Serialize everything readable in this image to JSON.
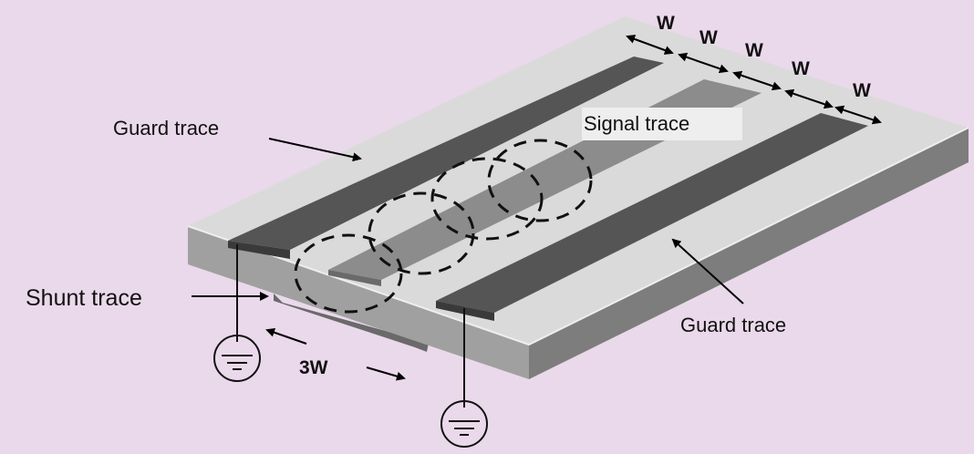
{
  "labels": {
    "guard_top": "Guard trace",
    "guard_bottom": "Guard trace",
    "signal": "Signal trace",
    "shunt": "Shunt trace",
    "spacing": "3W",
    "w1": "W",
    "w2": "W",
    "w3": "W",
    "w4": "W",
    "w5": "W"
  },
  "colors": {
    "background": "#ead9ea",
    "board_top": "#d8d8d8",
    "board_front": "#9c9c9c",
    "board_side": "#7c7c7c",
    "guard_trace": "#555555",
    "signal_trace": "#8c8c8c",
    "shunt_trace": "#6a6a6a"
  },
  "icons": [
    "ground-symbol-icon",
    "ground-symbol-icon"
  ]
}
